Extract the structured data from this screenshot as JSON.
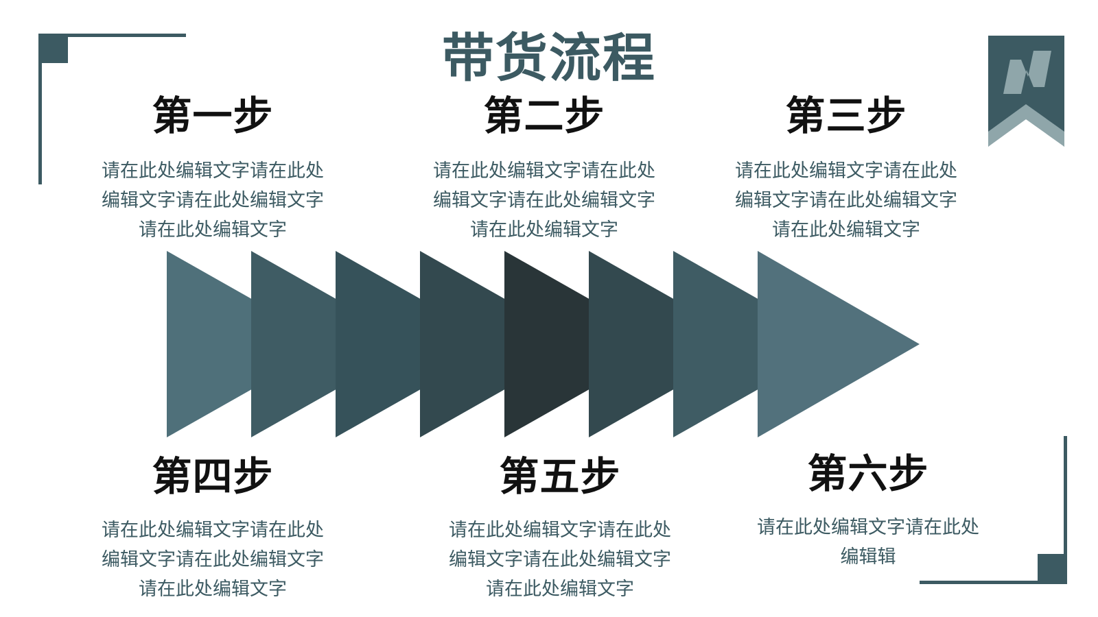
{
  "title": "带货流程",
  "steps": [
    {
      "title": "第一步",
      "desc": [
        "请在此处编辑文字请在此处",
        "编辑文字请在此处编辑文字",
        "请在此处编辑文字"
      ]
    },
    {
      "title": "第二步",
      "desc": [
        "请在此处编辑文字请在此处",
        "编辑文字请在此处编辑文字",
        "请在此处编辑文字"
      ]
    },
    {
      "title": "第三步",
      "desc": [
        "请在此处编辑文字请在此处",
        "编辑文字请在此处编辑文字",
        "请在此处编辑文字"
      ]
    },
    {
      "title": "第四步",
      "desc": [
        "请在此处编辑文字请在此处",
        "编辑文字请在此处编辑文字",
        "请在此处编辑文字"
      ]
    },
    {
      "title": "第五步",
      "desc": [
        "请在此处编辑文字请在此处",
        "编辑文字请在此处编辑文字",
        "请在此处编辑文字"
      ]
    },
    {
      "title": "第六步",
      "desc": [
        "请在此处编辑文字请在此处",
        "编辑辑"
      ]
    }
  ],
  "colors": {
    "accent": "#3c5a62",
    "arrow_shades": [
      "#4f707a",
      "#3f5c64",
      "#36525a",
      "#33494f",
      "#293538",
      "#33494f",
      "#3f5c64",
      "#52717c"
    ]
  },
  "icons": {
    "corner_badge": "bookmark-n-icon"
  }
}
